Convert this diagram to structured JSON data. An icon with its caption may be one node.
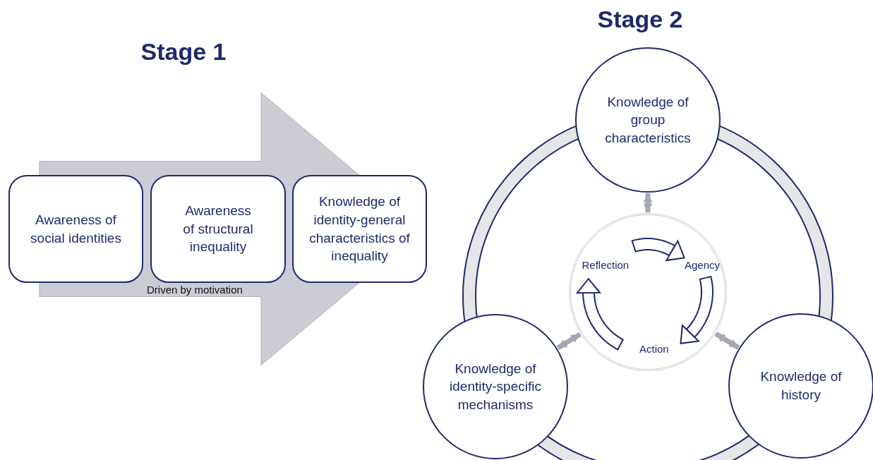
{
  "diagram": {
    "nodes": [
      {
        "text": [
          "Awareness of social identities"
        ]
      },
      {
        "text": [
          "Awareness of structural inequality"
        ]
      },
      {
        "text": [
          "Knowledge of identity-general characteristics of inequality"
        ]
      },
      {
        "text": [
          "Knowledge of group characteristics"
        ]
      },
      {
        "text": [
          "Knowledge of history"
        ]
      },
      {
        "text": [
          "Knowledge of identity-specific mechanisms"
        ]
      },
      {
        "text": [],
        "shape": "circle"
      },
      {
        "text": [
          "Reflection"
        ],
        "in": 6
      },
      {
        "text": [
          "Agency"
        ],
        "in": 6
      },
      {
        "text": [
          "Action"
        ],
        "in": 6
      }
    ],
    "edges": [
      {
        "from": 3,
        "to": 6,
        "arrow": "both",
        "style": "thick",
        "color": "#a5a8b3"
      },
      {
        "from": 5,
        "to": 6,
        "arrow": "both",
        "style": "thick",
        "color": "#a5a8b3"
      },
      {
        "from": 4,
        "to": 6,
        "arrow": "both",
        "style": "thick",
        "color": "#a5a8b3"
      },
      {
        "from": 7,
        "to": 8,
        "arrow": "to",
        "color": "#1f2a6b"
      },
      {
        "from": 8,
        "to": 9,
        "arrow": "to",
        "color": "#1f2a6b"
      },
      {
        "from": 9,
        "to": 7,
        "arrow": "to",
        "color": "#1f2a6b"
      },
      {
        "from": 0,
        "to": 2,
        "arrow": "to",
        "style": "thick",
        "color": "#cbccd4"
      }
    ],
    "labels": [
      "Stage 2",
      "Stage 1",
      "Driven by motivation"
    ]
  }
}
